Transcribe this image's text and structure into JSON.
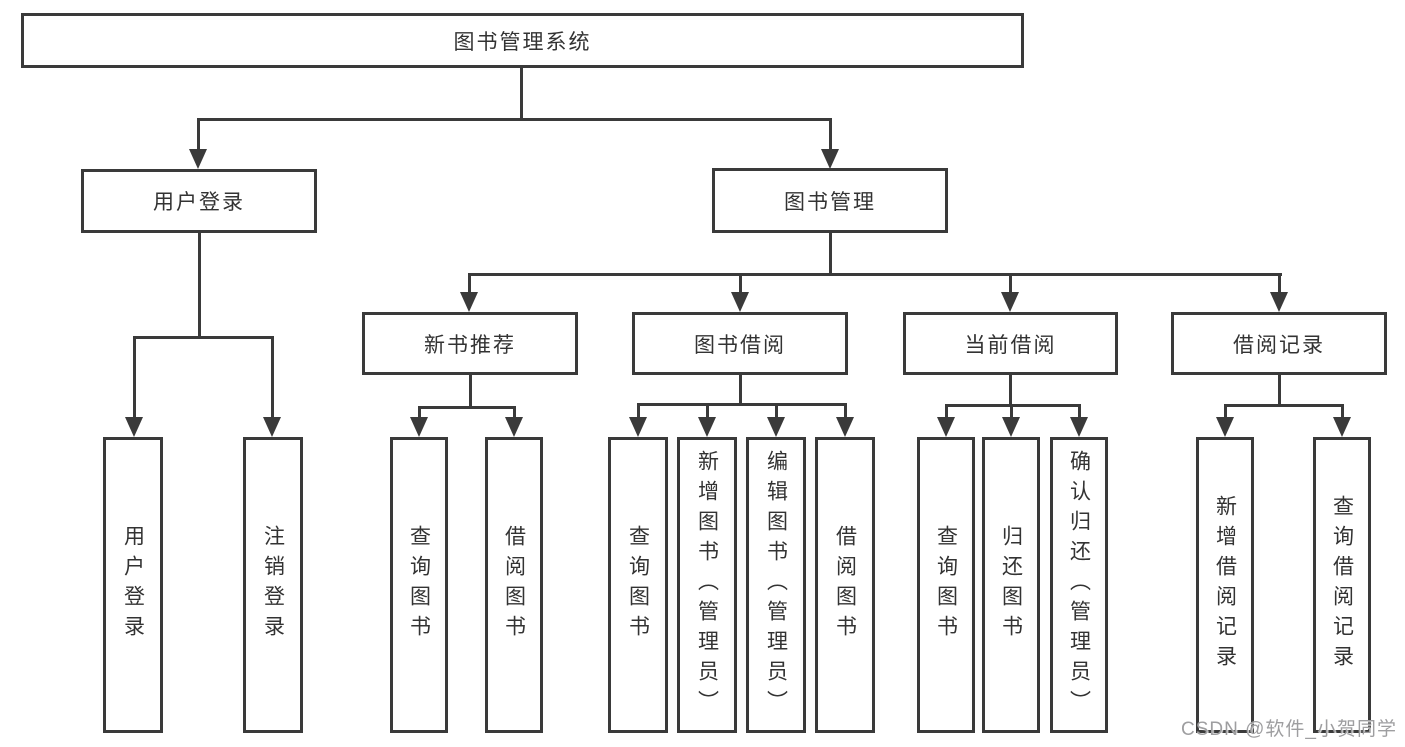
{
  "nodes": {
    "root": "图书管理系统",
    "level2": {
      "user_login": "用户登录",
      "book_mgmt": "图书管理"
    },
    "level3": {
      "new_book_rec": "新书推荐",
      "book_borrow": "图书借阅",
      "current_borrow": "当前借阅",
      "borrow_records": "借阅记录"
    },
    "leaves": {
      "ul_user_login": "用户登录",
      "ul_logout": "注销登录",
      "nb_query_book": "查询图书",
      "nb_borrow_book": "借阅图书",
      "bb_query_book": "查询图书",
      "bb_add_book": "新增图书（管理员）",
      "bb_edit_book": "编辑图书（管理员）",
      "bb_borrow_book": "借阅图书",
      "cb_query_book": "查询图书",
      "cb_return_book": "归还图书",
      "cb_confirm_return": "确认归还（管理员）",
      "br_add_record": "新增借阅记录",
      "br_query_record": "查询借阅记录"
    }
  },
  "watermark": "CSDN @软件_小贺同学",
  "colors": {
    "line": "#3a3a3a",
    "text": "#333333",
    "background": "#ffffff",
    "watermark": "#9e9ea0"
  }
}
